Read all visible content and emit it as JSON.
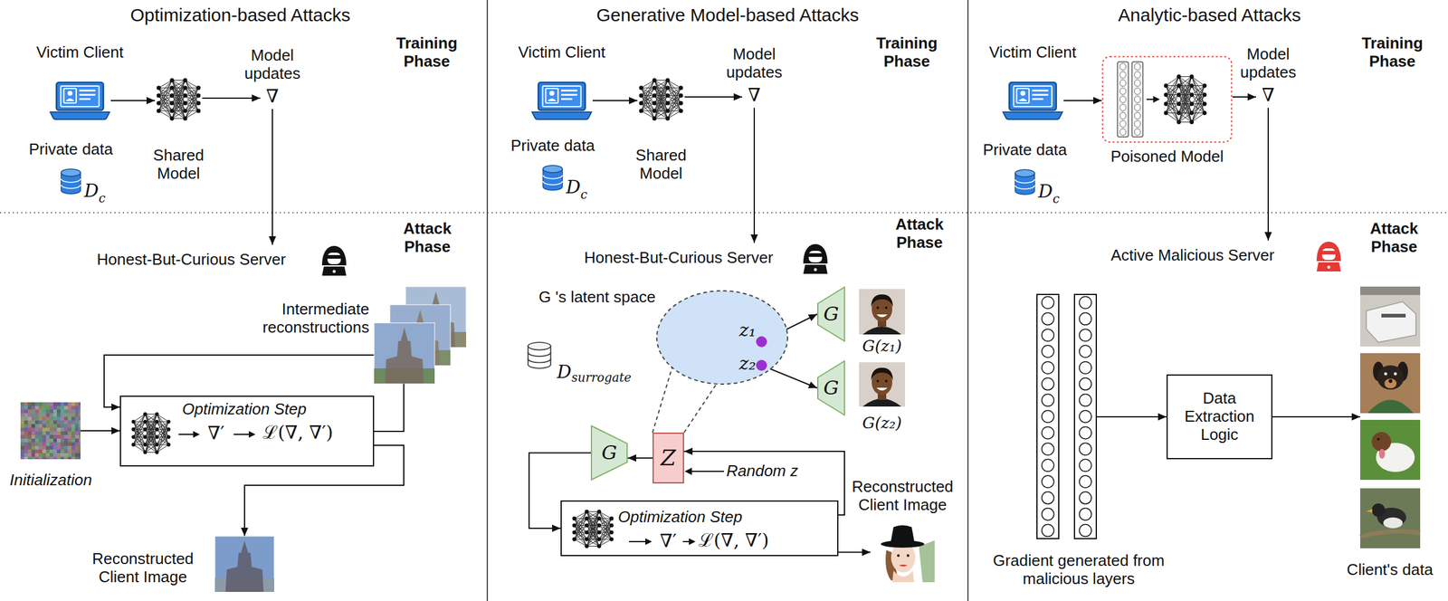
{
  "diagram": {
    "nodes": [
      {
        "text": [
          "Victim Client"
        ]
      },
      {
        "text": [
          "Private data",
          "D",
          "c"
        ]
      },
      {
        "text": [
          "Shared Model"
        ]
      },
      {
        "text": [
          "Model updates",
          "∇"
        ]
      },
      {
        "text": [
          "Honest-But-Curious Server"
        ]
      },
      {
        "text": [
          "Intermediate reconstructions"
        ]
      },
      {
        "text": [
          "Initialization"
        ]
      },
      {
        "text": [
          "Optimization Step",
          "∇′",
          "ℒ(∇, ∇′)"
        ]
      },
      {
        "text": [
          "Reconstructed Client Image"
        ]
      },
      {
        "text": [
          "Victim Client"
        ]
      },
      {
        "text": [
          "Private data",
          "D",
          "c"
        ]
      },
      {
        "text": [
          "Shared Model"
        ]
      },
      {
        "text": [
          "Model updates",
          "∇"
        ]
      },
      {
        "text": [
          "Honest-But-Curious Server"
        ]
      },
      {
        "text": [
          "G 's latent space",
          "z₁",
          "z₂"
        ]
      },
      {
        "text": [
          "D",
          "surrogate"
        ]
      },
      {
        "text": [
          "G"
        ]
      },
      {
        "text": [
          "G(z₁)"
        ]
      },
      {
        "text": [
          "G"
        ]
      },
      {
        "text": [
          "G(z₂)"
        ]
      },
      {
        "text": [
          "Z"
        ]
      },
      {
        "text": [
          "G"
        ]
      },
      {
        "text": [
          "Optimization Step",
          "∇′",
          "ℒ(∇, ∇′)"
        ]
      },
      {
        "text": [
          "Reconstructed Client Image"
        ]
      },
      {
        "text": [
          "Victim Client"
        ]
      },
      {
        "text": [
          "Private data",
          "D",
          "c"
        ]
      },
      {
        "text": [
          "Poisoned Model"
        ]
      },
      {
        "text": [
          "Model updates",
          "∇"
        ]
      },
      {
        "text": [
          "Active Malicious Server"
        ]
      },
      {
        "text": [
          "Gradient generated from malicious layers"
        ]
      },
      {
        "text": [
          "Data Extraction Logic"
        ]
      },
      {
        "text": [
          "Client's data"
        ]
      }
    ],
    "edges": [
      {
        "from": 0,
        "to": 2,
        "arrow": "to"
      },
      {
        "from": 2,
        "to": 3,
        "arrow": "to"
      },
      {
        "from": 3,
        "to": 4,
        "arrow": "to"
      },
      {
        "from": 6,
        "to": 7,
        "arrow": "to"
      },
      {
        "from": 5,
        "to": 7,
        "arrow": "to"
      },
      {
        "from": 7,
        "to": 5,
        "arrow": "none"
      },
      {
        "from": 7,
        "to": 8,
        "arrow": "to"
      },
      {
        "from": 9,
        "to": 11,
        "arrow": "to"
      },
      {
        "from": 11,
        "to": 12,
        "arrow": "to"
      },
      {
        "from": 12,
        "to": 13,
        "arrow": "to"
      },
      {
        "from": 14,
        "to": 16,
        "arrow": "to"
      },
      {
        "from": 14,
        "to": 18,
        "arrow": "to"
      },
      {
        "from": 20,
        "to": 14,
        "arrow": "none"
      },
      {
        "from": 20,
        "to": 14,
        "arrow": "none"
      },
      {
        "from": 20,
        "to": 21,
        "arrow": "to"
      },
      {
        "from": 21,
        "to": 22,
        "arrow": "to"
      },
      {
        "from": 22,
        "to": 20,
        "arrow": "to"
      },
      {
        "from": 22,
        "to": 23,
        "arrow": "to"
      },
      {
        "from": 24,
        "to": 26,
        "arrow": "to"
      },
      {
        "from": 26,
        "to": 27,
        "arrow": "to"
      },
      {
        "from": 27,
        "to": 28,
        "arrow": "to"
      },
      {
        "from": 29,
        "to": 30,
        "arrow": "to"
      },
      {
        "from": 30,
        "to": 31,
        "arrow": "to"
      }
    ],
    "labels": [
      "Optimization-based Attacks",
      "Training Phase",
      "Attack Phase",
      "Generative Model-based Attacks",
      "Training Phase",
      "Attack Phase",
      "Analytic-based Attacks",
      "Training Phase",
      "Attack Phase",
      "Random z"
    ]
  }
}
